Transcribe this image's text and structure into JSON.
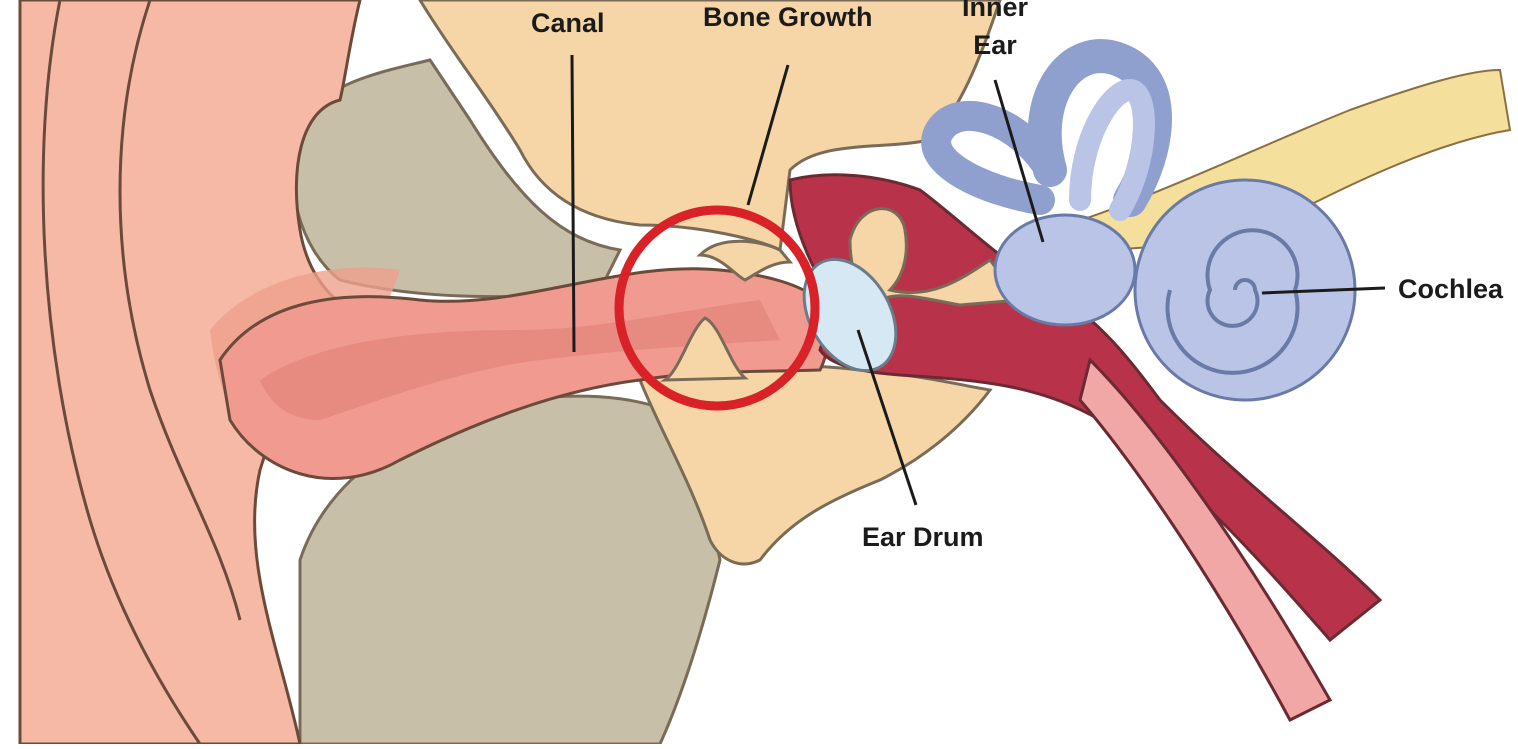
{
  "labels": {
    "canal": "Canal",
    "bone_growth": "Bone Growth",
    "inner_ear_line1": "Inner",
    "inner_ear_line2": "Ear",
    "cochlea": "Cochlea",
    "ear_drum": "Ear Drum"
  },
  "colors": {
    "outer_ear": "#f6b9a6",
    "outer_ear_shadow": "#eea08b",
    "canal": "#f19a90",
    "canal_deep": "#e3857c",
    "bone": "#f6d6a6",
    "bone_spots": "#c79a63",
    "skin_grey": "#c8bfa8",
    "middle_ear": "#b8334a",
    "middle_ear_light": "#d35566",
    "inner_ear": "#b9c4e6",
    "inner_ear_dark": "#8fa0cf",
    "nerve": "#f4df9c",
    "ear_drum": "#d7e8f5",
    "highlight_circle": "#d92128",
    "leader_line": "#1b1b1b"
  }
}
